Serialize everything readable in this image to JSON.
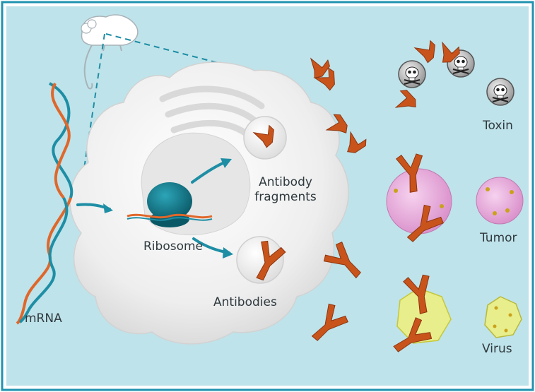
{
  "labels": {
    "mrna": "mRNA",
    "ribosome": "Ribosome",
    "antibody_fragments_line1": "Antibody",
    "antibody_fragments_line2": "fragments",
    "antibodies": "Antibodies",
    "toxin": "Toxin",
    "tumor": "Tumor",
    "virus": "Virus"
  },
  "colors": {
    "frame": "#1f93b0",
    "background": "#bfe3ea",
    "cell": "#f2f2f2",
    "ribosome": "#0f7587",
    "antibody": "#c8541c",
    "mrna_teal": "#1e8ea5",
    "mrna_orange": "#e0672a",
    "tumor": "#e9a7dc",
    "virus": "#eef07a"
  }
}
